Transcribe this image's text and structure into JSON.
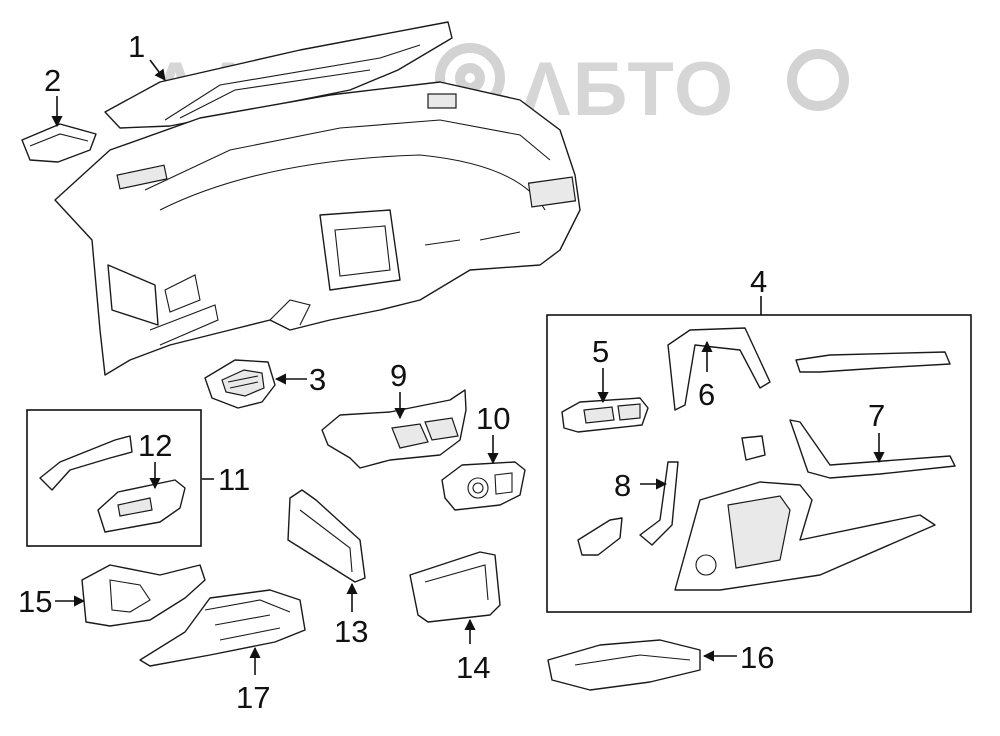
{
  "watermark": {
    "text": "ΛΛΕ⚙ΛБТО",
    "color": "#b5b5b5"
  },
  "callouts": [
    {
      "id": "1",
      "label": "1"
    },
    {
      "id": "2",
      "label": "2"
    },
    {
      "id": "3",
      "label": "3"
    },
    {
      "id": "4",
      "label": "4"
    },
    {
      "id": "5",
      "label": "5"
    },
    {
      "id": "6",
      "label": "6"
    },
    {
      "id": "7",
      "label": "7"
    },
    {
      "id": "8",
      "label": "8"
    },
    {
      "id": "9",
      "label": "9"
    },
    {
      "id": "10",
      "label": "10"
    },
    {
      "id": "11",
      "label": "11"
    },
    {
      "id": "12",
      "label": "12"
    },
    {
      "id": "13",
      "label": "13"
    },
    {
      "id": "14",
      "label": "14"
    },
    {
      "id": "15",
      "label": "15"
    },
    {
      "id": "16",
      "label": "16"
    },
    {
      "id": "17",
      "label": "17"
    }
  ],
  "colors": {
    "line": "#1a1a1a",
    "background": "#ffffff"
  }
}
